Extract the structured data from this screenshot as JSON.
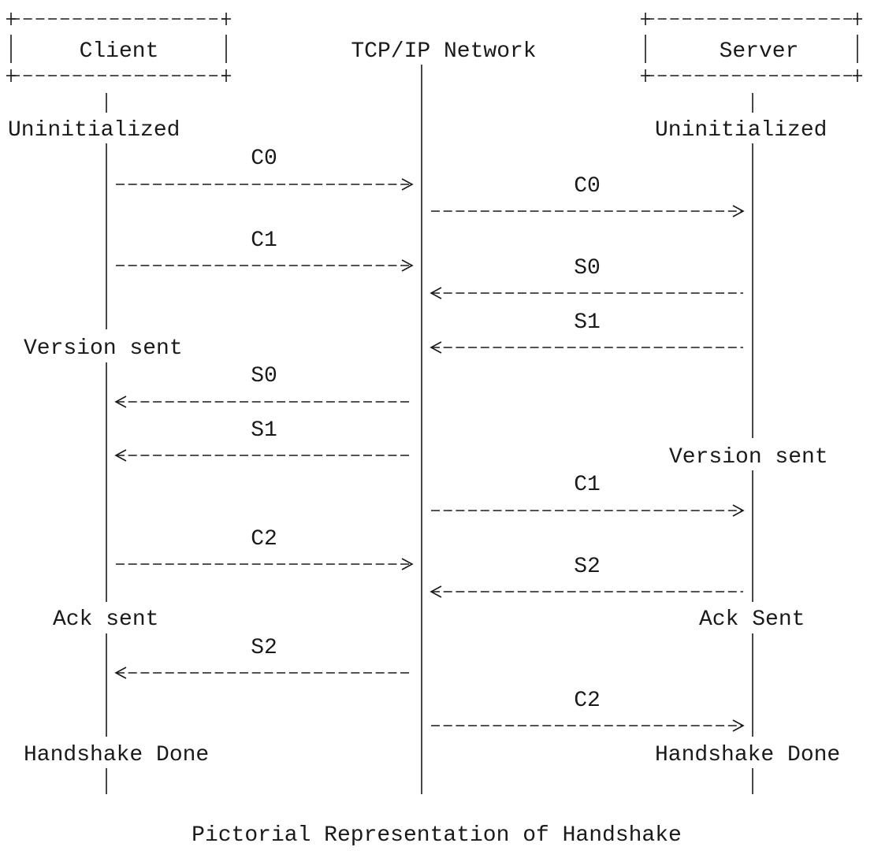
{
  "participants": {
    "client": "Client",
    "network": "TCP/IP Network",
    "server": "Server"
  },
  "states": {
    "client_uninitialized": "Uninitialized",
    "server_uninitialized": "Uninitialized",
    "client_version_sent": "Version sent",
    "server_version_sent": "Version sent",
    "client_ack_sent": "Ack sent",
    "server_ack_sent": "Ack Sent",
    "client_handshake_done": "Handshake Done",
    "server_handshake_done": "Handshake Done"
  },
  "messages": [
    {
      "label": "C0",
      "from": "client",
      "to": "network"
    },
    {
      "label": "C0",
      "from": "network",
      "to": "server"
    },
    {
      "label": "C1",
      "from": "client",
      "to": "network"
    },
    {
      "label": "S0",
      "from": "server",
      "to": "network"
    },
    {
      "label": "S1",
      "from": "server",
      "to": "network"
    },
    {
      "label": "S0",
      "from": "network",
      "to": "client"
    },
    {
      "label": "S1",
      "from": "network",
      "to": "client"
    },
    {
      "label": "C1",
      "from": "network",
      "to": "server"
    },
    {
      "label": "C2",
      "from": "client",
      "to": "network"
    },
    {
      "label": "S2",
      "from": "server",
      "to": "network"
    },
    {
      "label": "S2",
      "from": "network",
      "to": "client"
    },
    {
      "label": "C2",
      "from": "network",
      "to": "server"
    }
  ],
  "caption": "Pictorial Representation of Handshake",
  "colors": {
    "ink": "#1a1a1a",
    "background": "#ffffff"
  }
}
